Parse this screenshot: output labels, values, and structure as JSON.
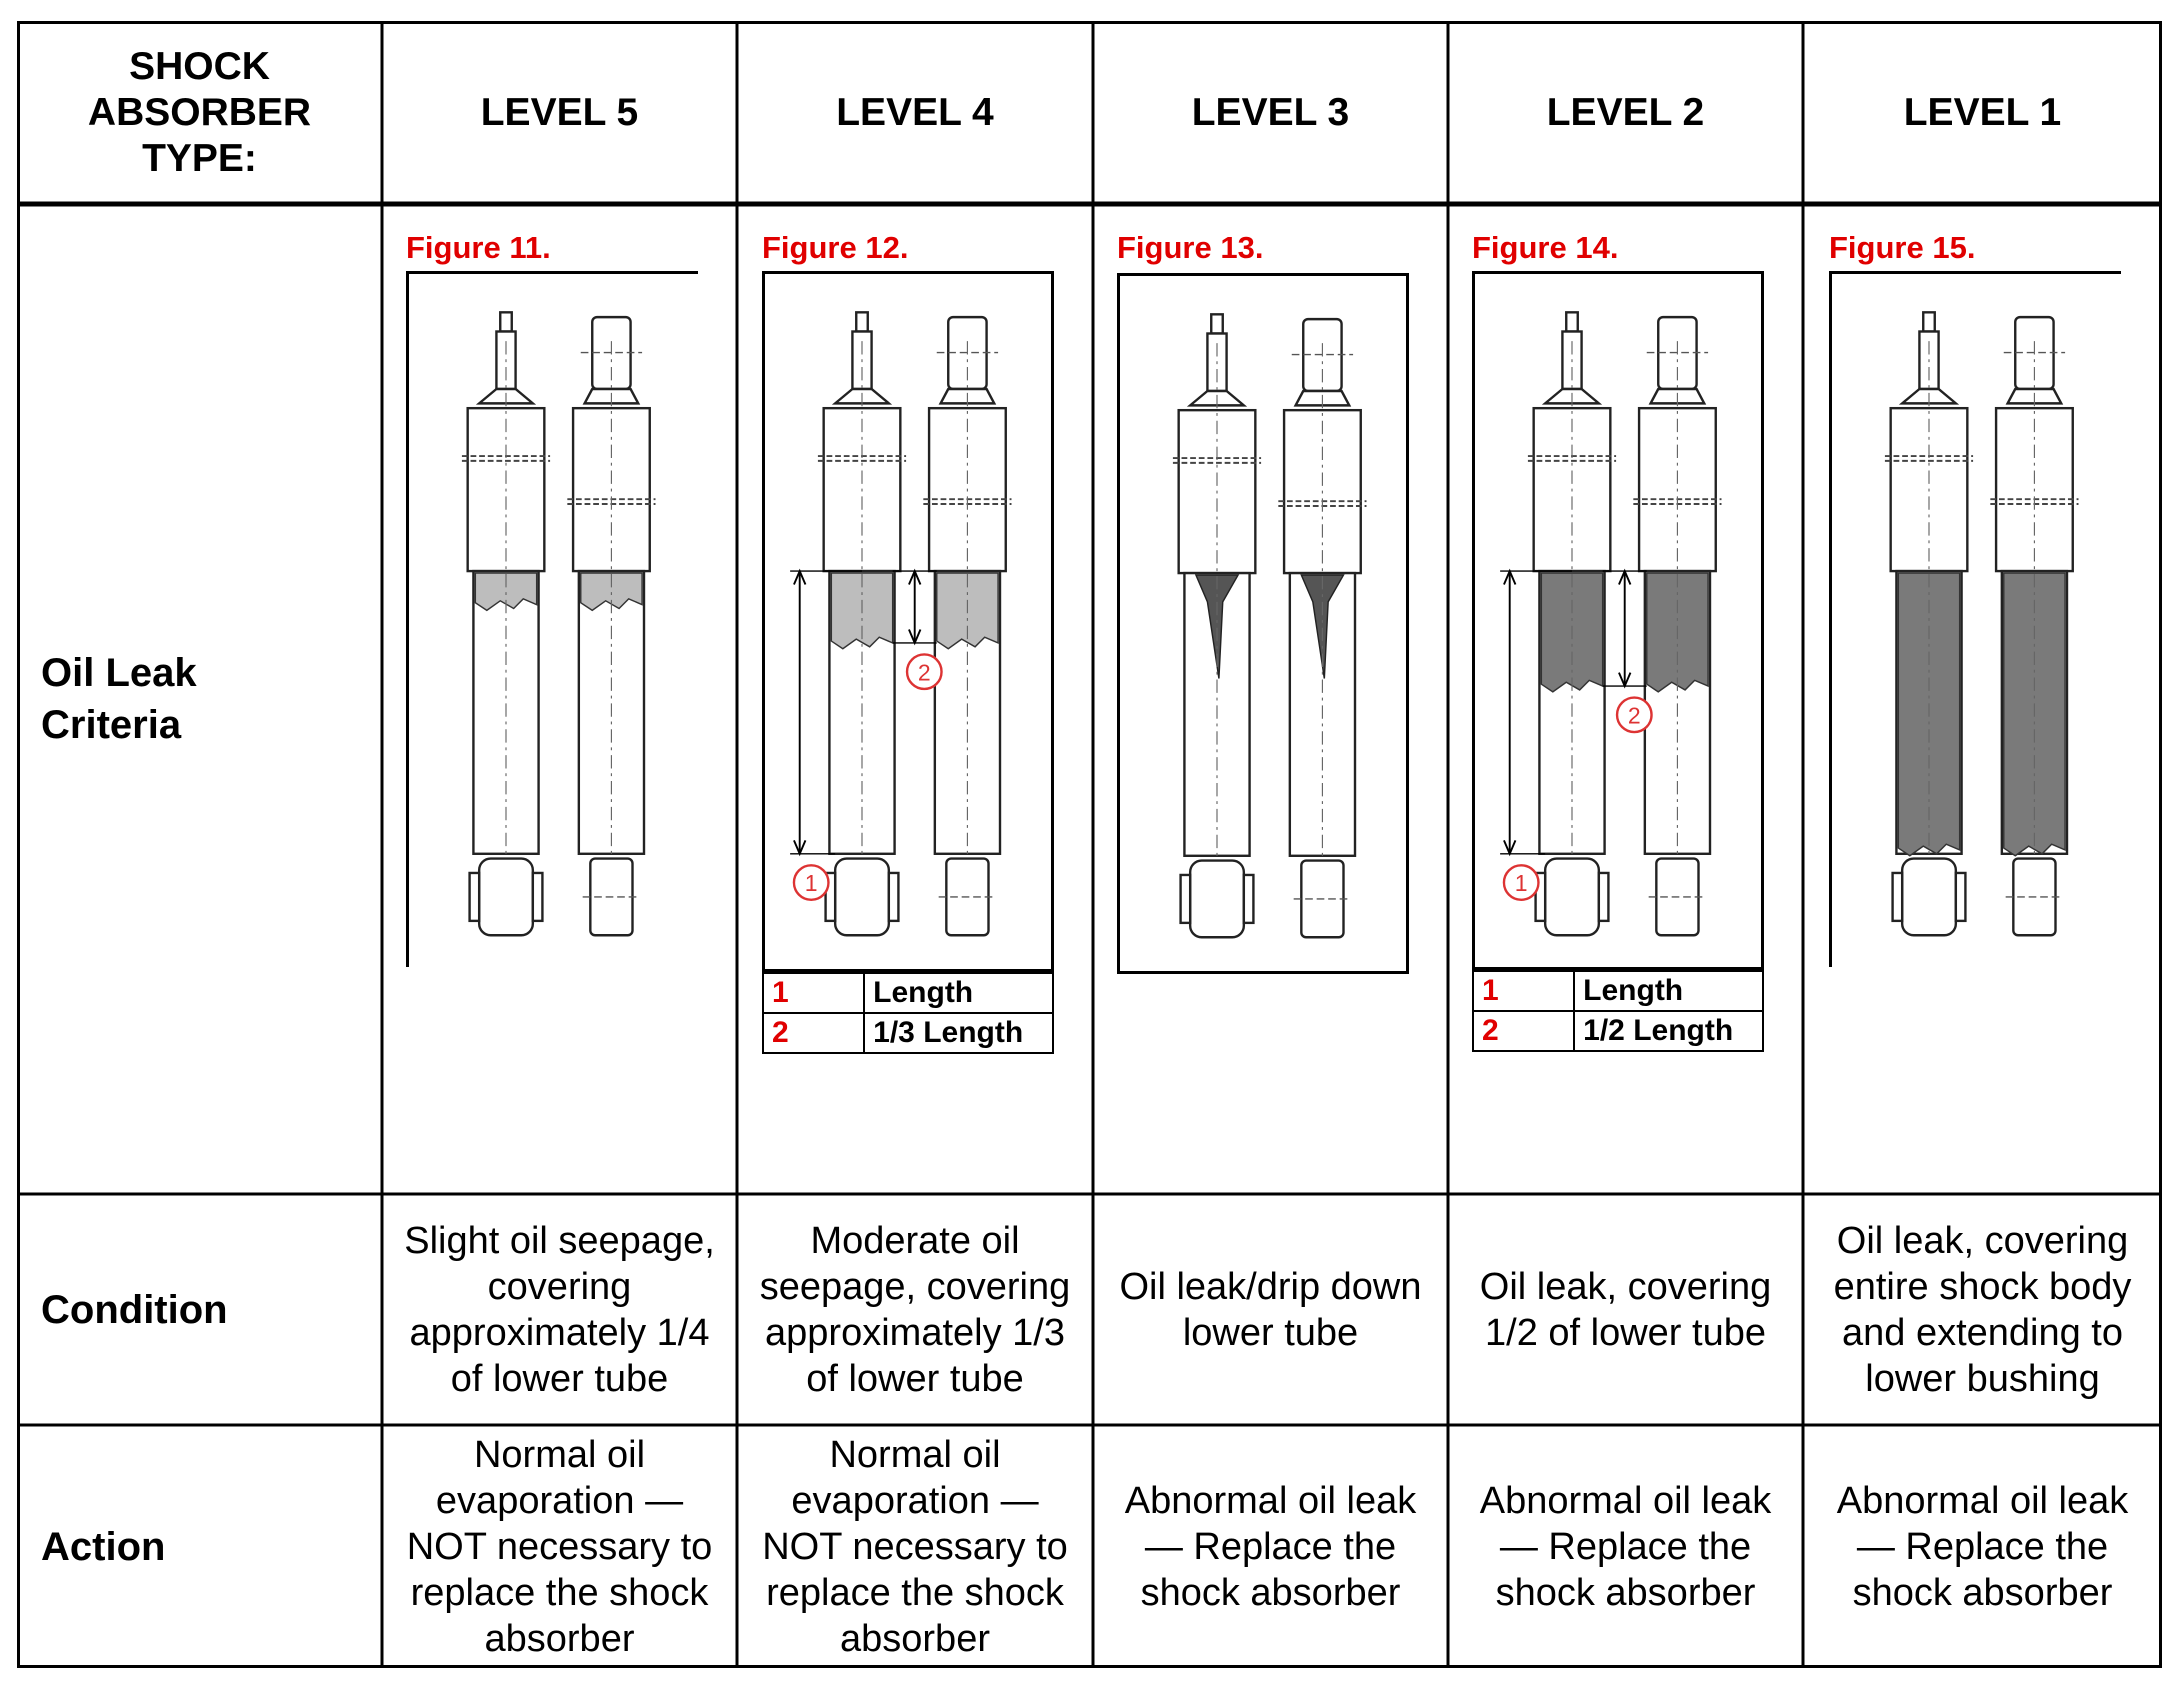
{
  "headers": {
    "type_label": "SHOCK ABSORBER TYPE:",
    "levels": [
      "LEVEL 5",
      "LEVEL 4",
      "LEVEL 3",
      "LEVEL 2",
      "LEVEL 1"
    ]
  },
  "rows": {
    "oil_leak_label": "Oil Leak Criteria",
    "condition_label": "Condition",
    "action_label": "Action"
  },
  "figures": [
    {
      "caption": "Figure 11.",
      "leak": "quarter"
    },
    {
      "caption": "Figure 12.",
      "leak": "third",
      "legend": [
        {
          "num": "1",
          "text": "Length"
        },
        {
          "num": "2",
          "text": "1/3 Length"
        }
      ]
    },
    {
      "caption": "Figure 13.",
      "leak": "drip"
    },
    {
      "caption": "Figure 14.",
      "leak": "half",
      "legend": [
        {
          "num": "1",
          "text": "Length"
        },
        {
          "num": "2",
          "text": "1/2 Length"
        }
      ]
    },
    {
      "caption": "Figure 15.",
      "leak": "full"
    }
  ],
  "conditions": [
    "Slight oil seepage, covering approximately 1/4 of lower tube",
    "Moderate oil seepage, covering approximately 1/3 of lower tube",
    "Oil leak/drip down lower tube",
    "Oil leak, covering 1/2 of lower tube",
    "Oil leak, covering entire shock body and extending to lower bushing"
  ],
  "actions": [
    "Normal oil evaporation — NOT necessary to replace the shock absorber",
    "Normal oil evaporation — NOT necessary to replace the shock absorber",
    "Abnormal oil leak — Replace the shock absorber",
    "Abnormal oil leak — Replace the shock absorber",
    "Abnormal oil leak — Replace the shock absorber"
  ],
  "colors": {
    "caption_red": "#e00000",
    "light_oil": "#bdbdbd",
    "dark_oil": "#7a7a7a",
    "grid": "#000000"
  }
}
